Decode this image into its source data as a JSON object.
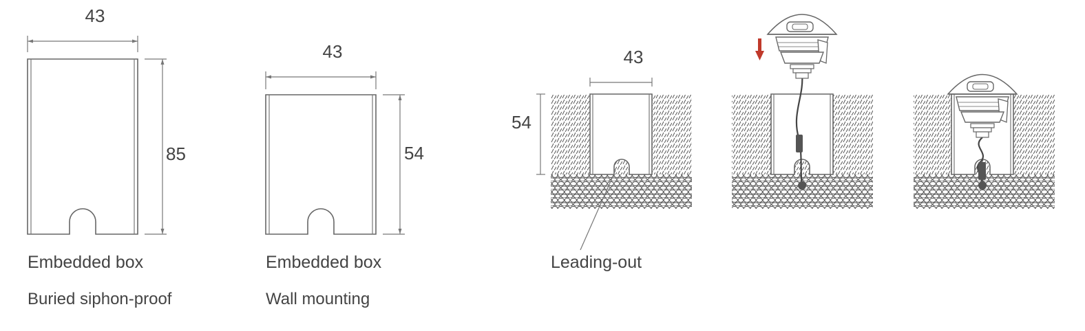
{
  "diagram": {
    "box1": {
      "width_label": "43",
      "height_label": "85",
      "caption_title": "Embedded box",
      "caption_subtitle": "Buried siphon-proof"
    },
    "box2": {
      "width_label": "43",
      "height_label": "54",
      "caption_title": "Embedded box",
      "caption_subtitle": "Wall mounting"
    },
    "install": {
      "width_label": "43",
      "height_label": "54",
      "leader_label": "Leading-out"
    },
    "colors": {
      "line": "#666666",
      "text": "#444444",
      "arrow": "#c0392b"
    }
  }
}
